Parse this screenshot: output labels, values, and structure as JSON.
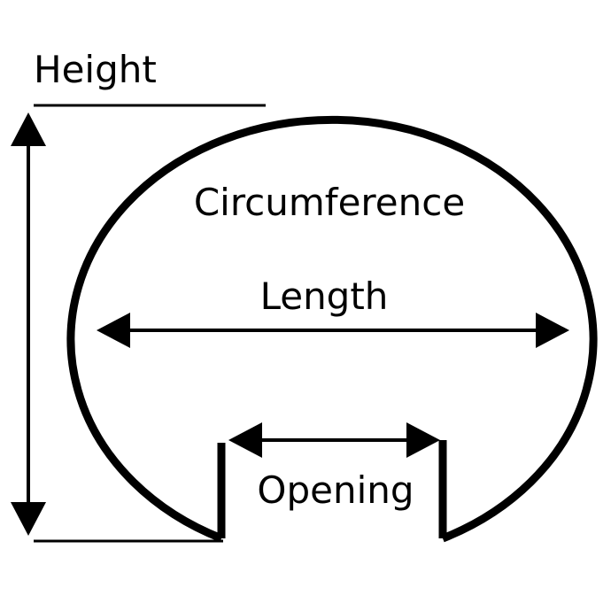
{
  "diagram": {
    "labels": {
      "height": "Height",
      "circumference": "Circumference",
      "length": "Length",
      "opening": "Opening"
    },
    "colors": {
      "stroke": "#000000",
      "background": "#ffffff"
    }
  }
}
